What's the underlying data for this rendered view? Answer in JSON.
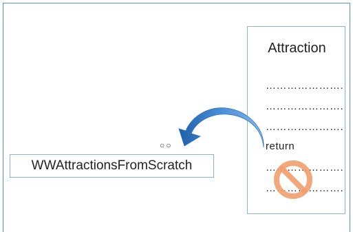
{
  "diagram": {
    "target_label": "WWAttractionsFromScratch",
    "circles_glyph": "○○",
    "attraction": {
      "title": "Attraction",
      "lines": [
        "………………….",
        "………………….",
        "………………….",
        "return",
        "………………….",
        "…………………."
      ]
    },
    "colors": {
      "frame": "#5b8fd0",
      "box_border": "#8fb0dc",
      "arrow": "#2e74c8",
      "prohibit": "#f0a06e"
    },
    "icons": {
      "arrow": "curved-arrow-icon",
      "prohibit": "no-entry-icon"
    }
  }
}
